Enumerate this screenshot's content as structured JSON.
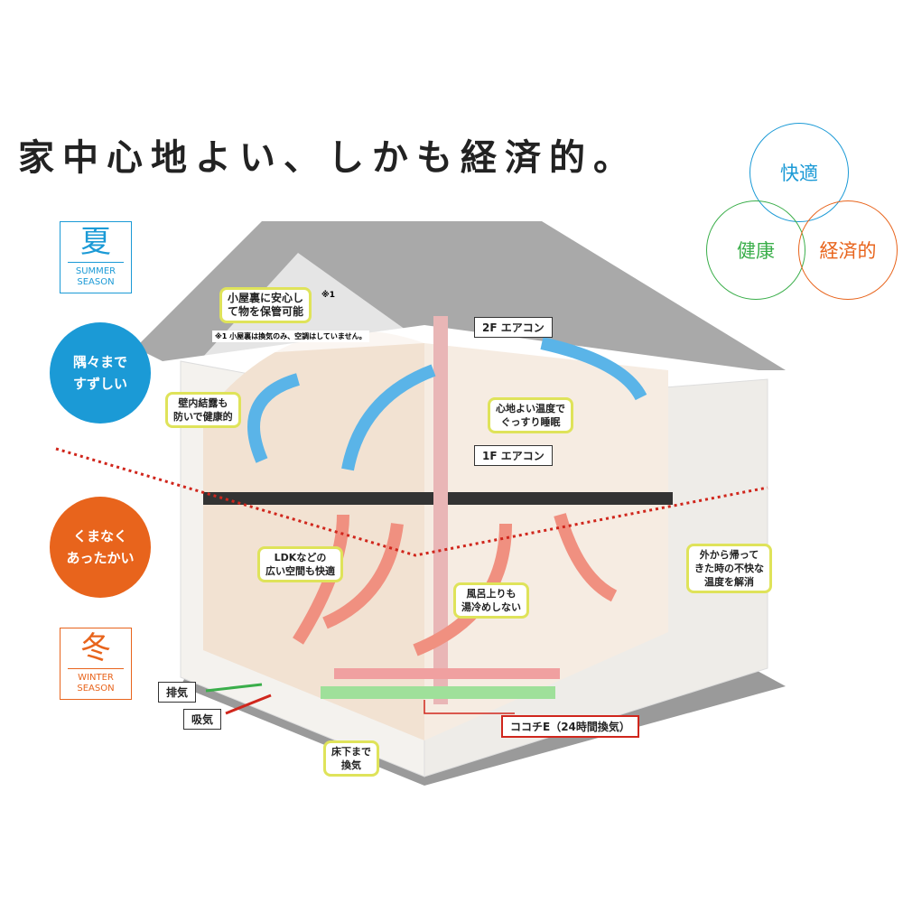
{
  "title": "家中心地よい、しかも経済的。",
  "venn": {
    "comfort": "快適",
    "health": "健康",
    "economy": "経済的"
  },
  "summer": {
    "kanji": "夏",
    "en1": "SUMMER",
    "en2": "SEASON",
    "badge1": "隅々まで",
    "badge2": "すずしい"
  },
  "winter": {
    "kanji": "冬",
    "en1": "WINTER",
    "en2": "SEASON",
    "badge1": "くまなく",
    "badge2": "あったかい"
  },
  "labels": {
    "attic1": "小屋裏に安心し",
    "attic2": "て物を保管可能",
    "attic_mark": "※1",
    "attic_note": "※1 小屋裏は換気のみ、空調はしていません。",
    "ac2f": "2F エアコン",
    "ac1f": "1F エアコン",
    "wall1": "壁内結露も",
    "wall2": "防いで健康的",
    "sleep1": "心地よい温度で",
    "sleep2": "ぐっすり睡眠",
    "ldk1": "LDKなどの",
    "ldk2": "広い空間も快適",
    "home1": "外から帰って",
    "home2": "きた時の不快な",
    "home3": "温度を解消",
    "bath1": "風呂上りも",
    "bath2": "湯冷めしない",
    "exhaust": "排気",
    "intake": "吸気",
    "under1": "床下まで",
    "under2": "換気",
    "system": "ココチE（24時間換気）"
  },
  "colors": {
    "blue": "#1b9ad6",
    "orange": "#e8641c",
    "green": "#3aae4a",
    "red": "#d0261c"
  }
}
